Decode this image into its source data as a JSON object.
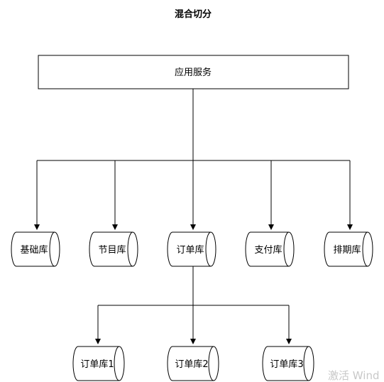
{
  "title": "混合切分",
  "app_service": "应用服务",
  "databases": [
    "基础库",
    "节目库",
    "订单库",
    "支付库",
    "排期库"
  ],
  "order_shards": [
    "订单库1",
    "订单库2",
    "订单库3"
  ],
  "watermark": "激活 Wind",
  "colors": {
    "line": "#000000",
    "fill": "#ffffff",
    "watermark": "#c8c8c8"
  }
}
